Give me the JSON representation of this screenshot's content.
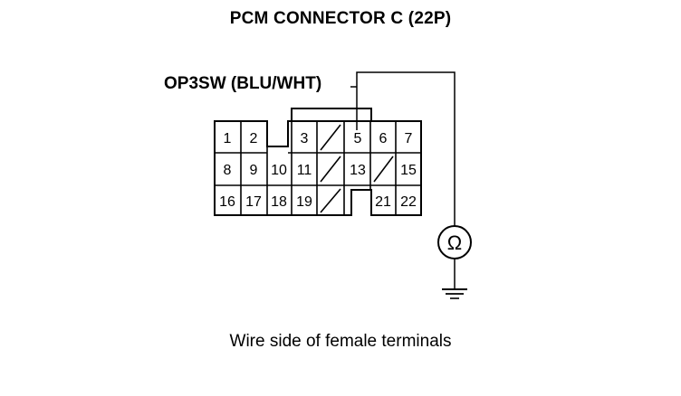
{
  "title": "PCM CONNECTOR C (22P)",
  "wire_label": "OP3SW (BLU/WHT)",
  "caption": "Wire side of female terminals",
  "meter_symbol": "Ω",
  "connector": {
    "rows": [
      [
        "1",
        "2",
        "",
        "3",
        "",
        "5",
        "6",
        "7"
      ],
      [
        "8",
        "9",
        "10",
        "11",
        "",
        "13",
        "",
        "15"
      ],
      [
        "16",
        "17",
        "18",
        "19",
        "",
        "",
        "21",
        "22"
      ]
    ]
  }
}
